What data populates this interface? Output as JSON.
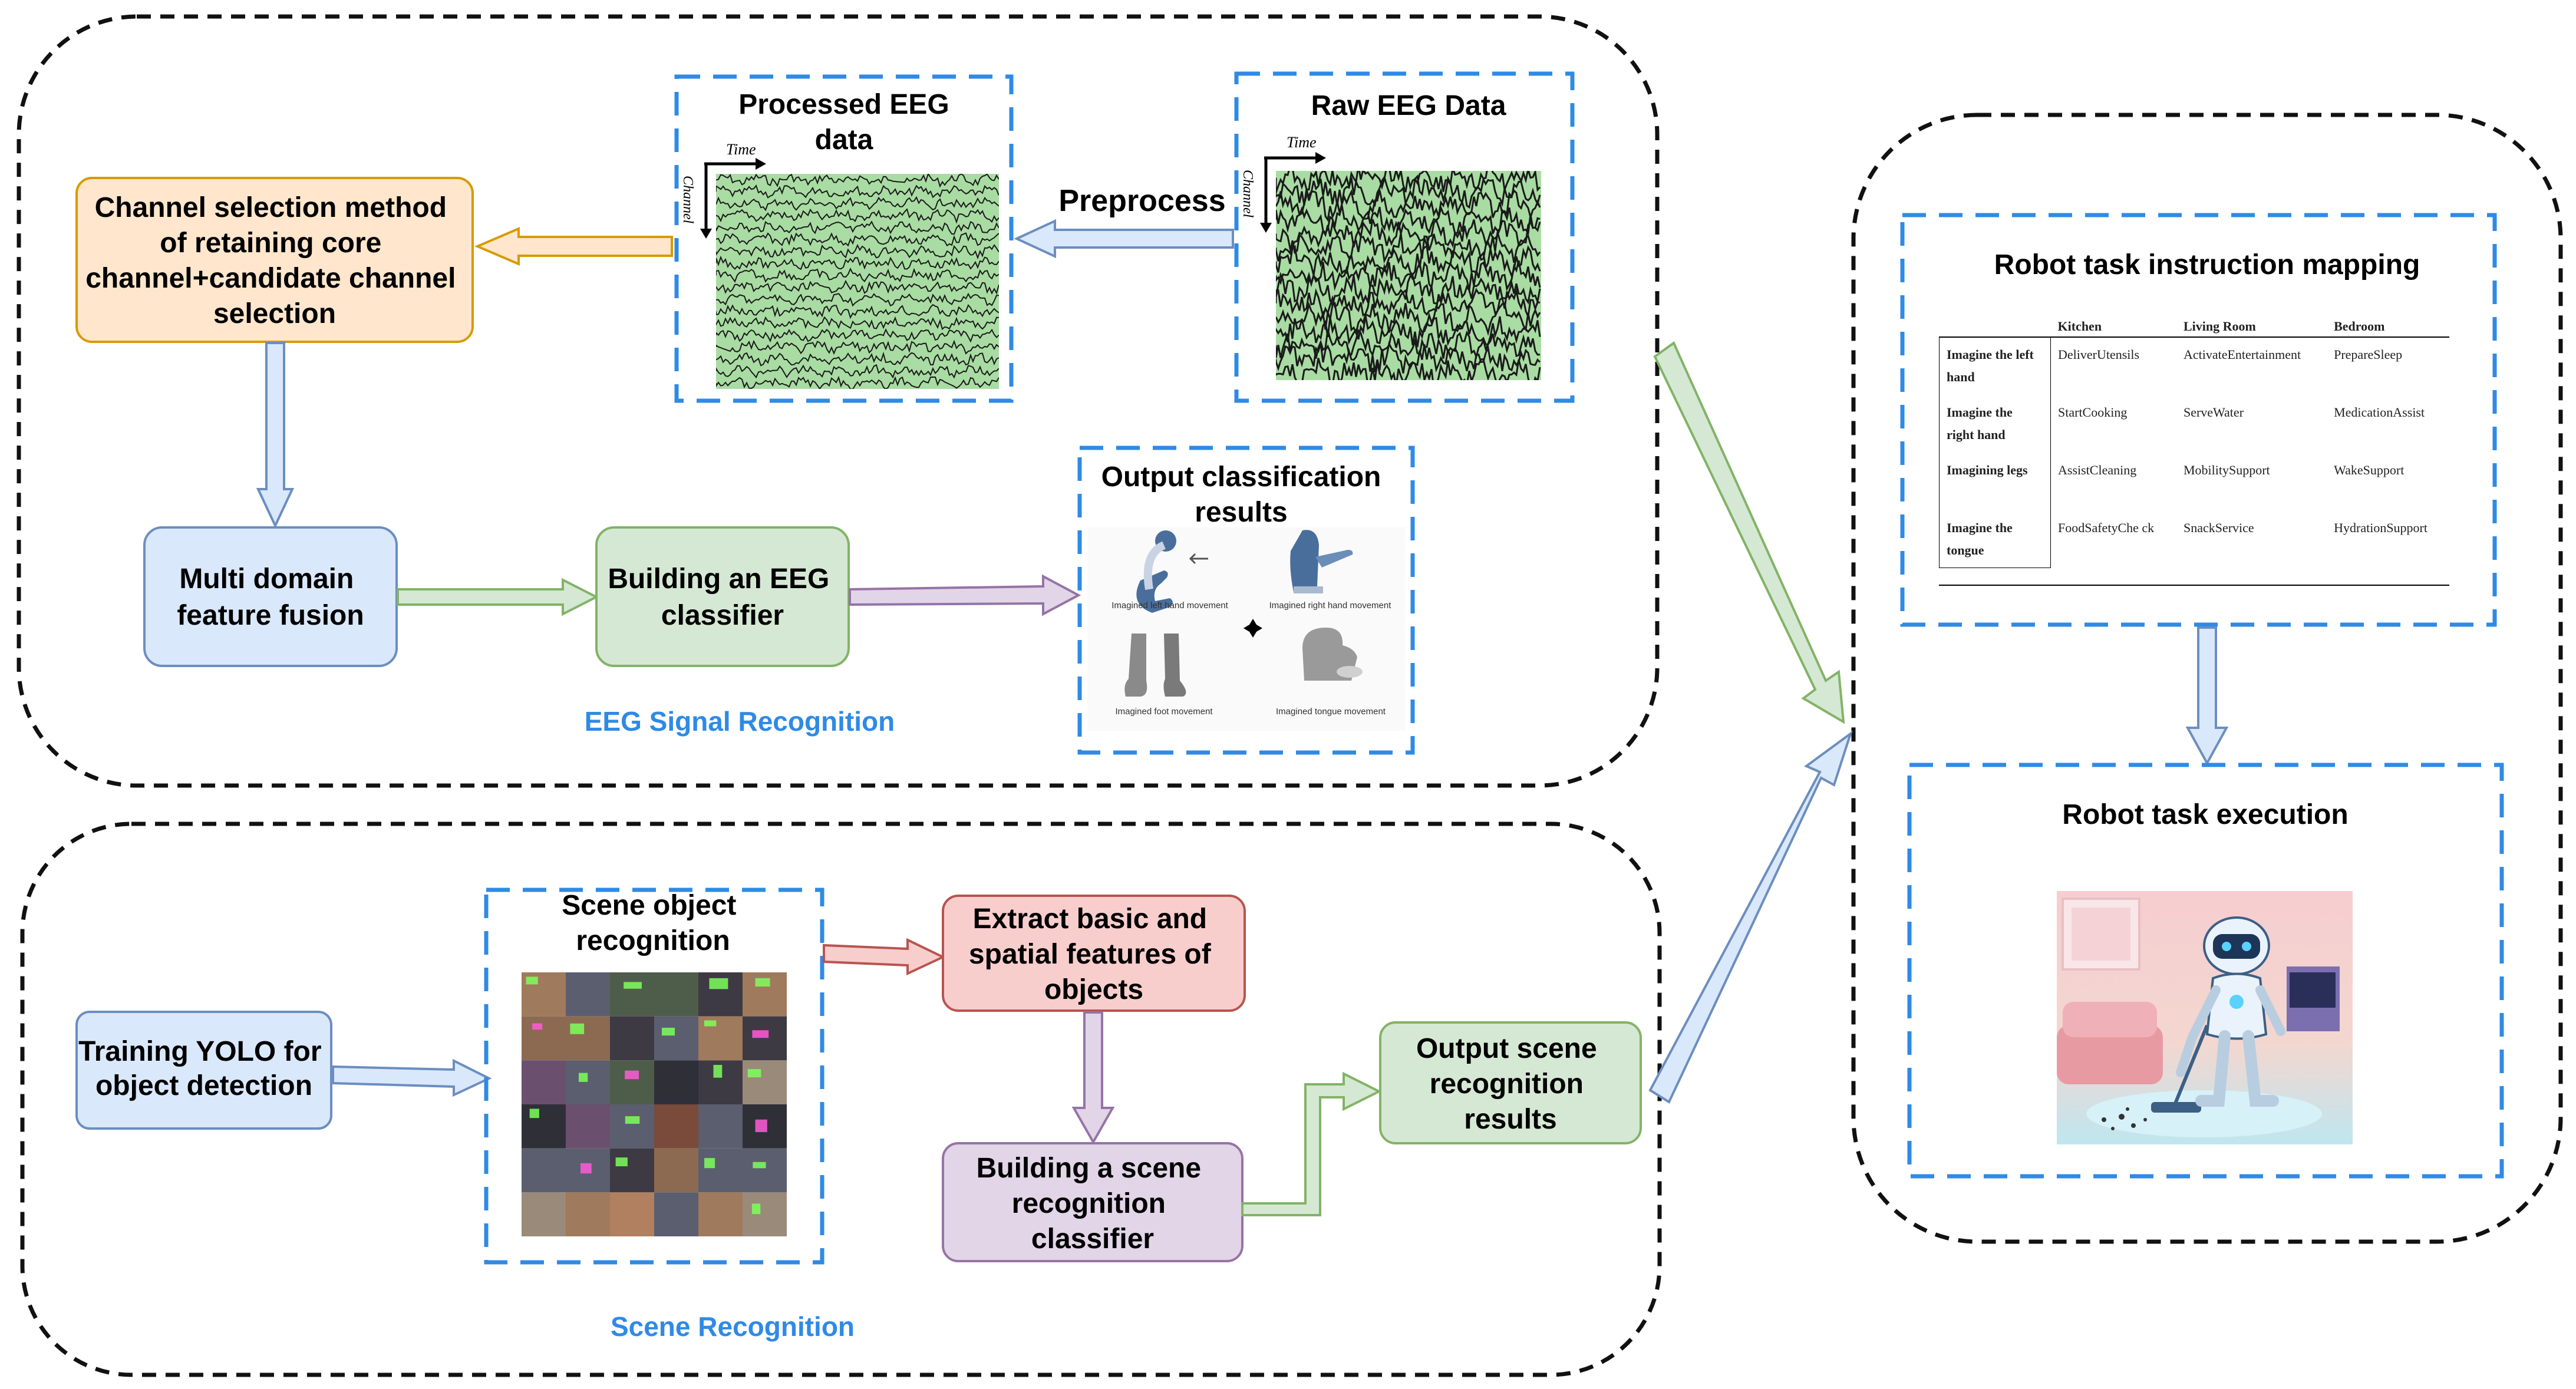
{
  "eeg_panel": {
    "title": "EEG Signal Recognition",
    "processed": {
      "title_line1": "Processed EEG",
      "title_line2": "data",
      "axis_time": "Time",
      "axis_channel": "Channel"
    },
    "raw": {
      "title": "Raw EEG Data",
      "axis_time": "Time",
      "axis_channel": "Channel"
    },
    "preprocess_label": "Preprocess",
    "channel_selection": [
      "Channel selection method",
      "of retaining core",
      "channel+candidate channel",
      "selection"
    ],
    "feature_fusion": [
      "Multi domain",
      "feature fusion"
    ],
    "eeg_classifier": [
      "Building an EEG",
      "classifier"
    ],
    "output": {
      "title_line1": "Output classification",
      "title_line2": "results",
      "captions": [
        "Imagined left hand movement",
        "Imagined right hand movement",
        "Imagined foot movement",
        "Imagined tongue movement"
      ]
    }
  },
  "scene_panel": {
    "title": "Scene Recognition",
    "yolo": [
      "Training YOLO for",
      "object detection"
    ],
    "scene_object": [
      "Scene object",
      "recognition"
    ],
    "extract": [
      "Extract basic and",
      "spatial features of",
      "objects"
    ],
    "scene_classifier": [
      "Building a scene",
      "recognition",
      "classifier"
    ],
    "scene_output": [
      "Output scene",
      "recognition",
      "results"
    ]
  },
  "robot_panel": {
    "mapping_title": "Robot task instruction mapping",
    "table": {
      "headers": [
        "",
        "Kitchen",
        "Living Room",
        "Bedroom"
      ],
      "rows": [
        {
          "label": [
            "Imagine the left",
            "hand"
          ],
          "cells": [
            "DeliverUtensils",
            "ActivateEntertainment",
            "PrepareSleep"
          ]
        },
        {
          "label": [
            "Imagine the",
            "right hand"
          ],
          "cells": [
            "StartCooking",
            "ServeWater",
            "MedicationAssist"
          ]
        },
        {
          "label": [
            "Imagining legs",
            ""
          ],
          "cells": [
            "AssistCleaning",
            "MobilitySupport",
            "WakeSupport"
          ]
        },
        {
          "label": [
            "Imagine the",
            "tongue"
          ],
          "cells": [
            "FoodSafetyChe ck",
            "SnackService",
            "HydrationSupport"
          ]
        }
      ]
    },
    "execution_title": "Robot task execution"
  },
  "colors": {
    "orange_fill": "#ffe6cc",
    "orange_stroke": "#d79b00",
    "blue_fill": "#dae8fc",
    "blue_stroke": "#6c8ebf",
    "green_fill": "#d5e8d4",
    "green_stroke": "#82b366",
    "red_fill": "#f8cecc",
    "red_stroke": "#b85450",
    "purple_fill": "#e1d5e7",
    "purple_stroke": "#9673a6",
    "dashed_blue": "#2f8ae6",
    "eeg_bg": "#a9dca3"
  }
}
